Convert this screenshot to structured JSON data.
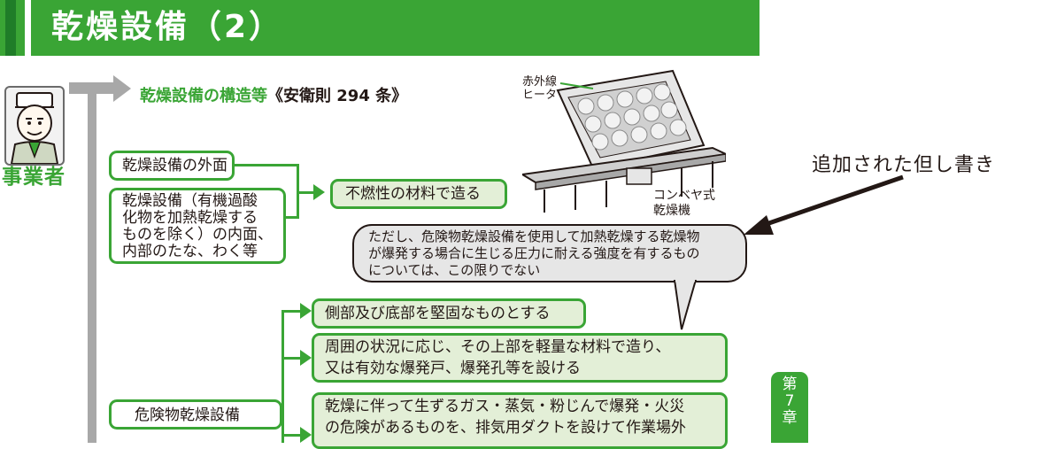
{
  "header": {
    "title": "乾燥設備（2）"
  },
  "actor": {
    "label": "事業者"
  },
  "section": {
    "heading_main": "乾燥設備の構造等",
    "heading_ref": "《安衛則 294 条》"
  },
  "boxes": {
    "outer_surface": "乾燥設備の外面",
    "inner_lines": [
      "乾燥設備（有機過酸",
      "化物を加熱乾燥する",
      "ものを除く）の内面、",
      "内部のたな、わく等"
    ],
    "result_nonflammable": "不燃性の材料で造る",
    "dangerous_equipment": "危険物乾燥設備",
    "req_side_bottom": "側部及び底部を堅固なものとする",
    "req_roof_lines": [
      "周囲の状況に応じ、その上部を軽量な材料で造り、",
      "又は有効な爆発戸、爆発孔等を設ける"
    ],
    "req_exhaust_lines": [
      "乾燥に伴って生ずるガス・蒸気・粉じんで爆発・火災",
      "の危険があるものを、排気用ダクトを設けて作業場外"
    ]
  },
  "illustration": {
    "heater_label_lines": [
      "赤外線",
      "ヒータ"
    ],
    "machine_label_lines": [
      "コンベヤ式",
      "乾燥機"
    ]
  },
  "callout": {
    "lines": [
      "ただし、危険物乾燥設備を使用して加熱乾燥する乾燥物",
      "が爆発する場合に生じる圧力に耐える強度を有するもの",
      "については、この限りでない"
    ]
  },
  "annotation": {
    "added_note": "追加された但し書き"
  },
  "chapter_tab": {
    "lines": [
      "第",
      "7",
      "章"
    ]
  },
  "colors": {
    "brand_green": "#3aa535",
    "dark_green": "#1f7d28",
    "light_green": "#e3efd7",
    "gray": "#a8a8a8",
    "callout_bg": "#e6e6e6"
  }
}
